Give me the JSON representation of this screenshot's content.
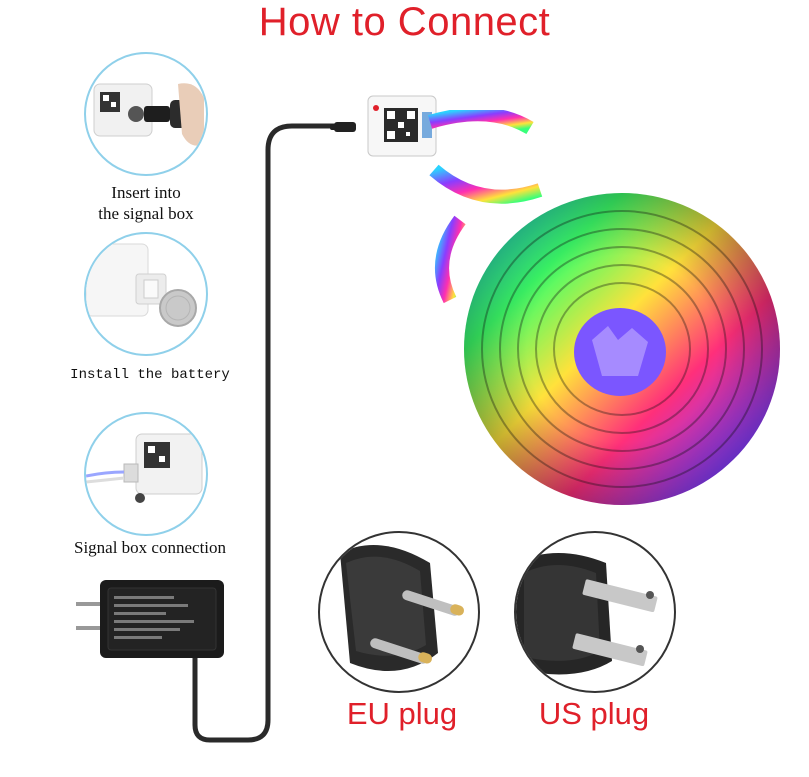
{
  "title": "How to Connect",
  "steps": [
    {
      "label_line1": "Insert into",
      "label_line2": "the signal box"
    },
    {
      "label": "Install the battery"
    },
    {
      "label": "Signal box connection"
    }
  ],
  "plugs": [
    {
      "label": "EU plug"
    },
    {
      "label": "US plug"
    }
  ],
  "colors": {
    "title": "#e0202a",
    "step_ring": "#8fd0ea",
    "plug_label": "#e0202a",
    "cable": "#2a2a2a"
  }
}
